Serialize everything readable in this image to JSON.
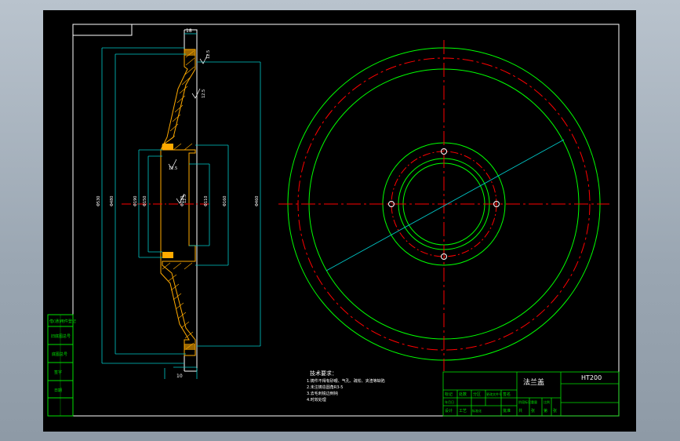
{
  "title_block": {
    "part_name": "法兰盖",
    "material": "HT200",
    "header_cells": [
      "标记",
      "处数",
      "分区",
      "更改文件号",
      "签名",
      "年月日"
    ],
    "row_cells": [
      "设计",
      "标准化",
      "阶段标记",
      "重量",
      "比例"
    ],
    "bottom_cells": [
      "工艺",
      "批准",
      "共",
      "张",
      "第",
      "张"
    ]
  },
  "side_stamp": {
    "labels": [
      "借(通)用件登记",
      "旧底图总号",
      "底图总号",
      "签字",
      "日期"
    ]
  },
  "technical_requirements": {
    "heading": "技术要求：",
    "lines": [
      "1.铸件不得有砂眼、气孔、疏松、夹渣等缺陷",
      "2.未注铸造圆角R3-5",
      "3.去毛刺锐边倒钝",
      "4.时效处理"
    ]
  },
  "section_view": {
    "dims": {
      "top_width": "18",
      "bottom_width": "10",
      "overall_dia": "Φ530",
      "dia_2": "Φ480",
      "dia_3": "Φ460",
      "hub_dia_1": "Φ190",
      "hub_dia_2": "Φ150",
      "hub_dia_3": "Φ110",
      "hub_dia_4": "Φ130",
      "hub_dia_5": "Φ160"
    },
    "roughness": [
      "12.5",
      "12.5",
      "12.5",
      "12.5"
    ]
  },
  "colors": {
    "background": "#000000",
    "frame": "#ffffff",
    "title_block": "#00e000",
    "outline": "#00ff00",
    "centerline": "#ff0000",
    "hatch": "#ffaa00",
    "dimension": "#00c8c8"
  }
}
